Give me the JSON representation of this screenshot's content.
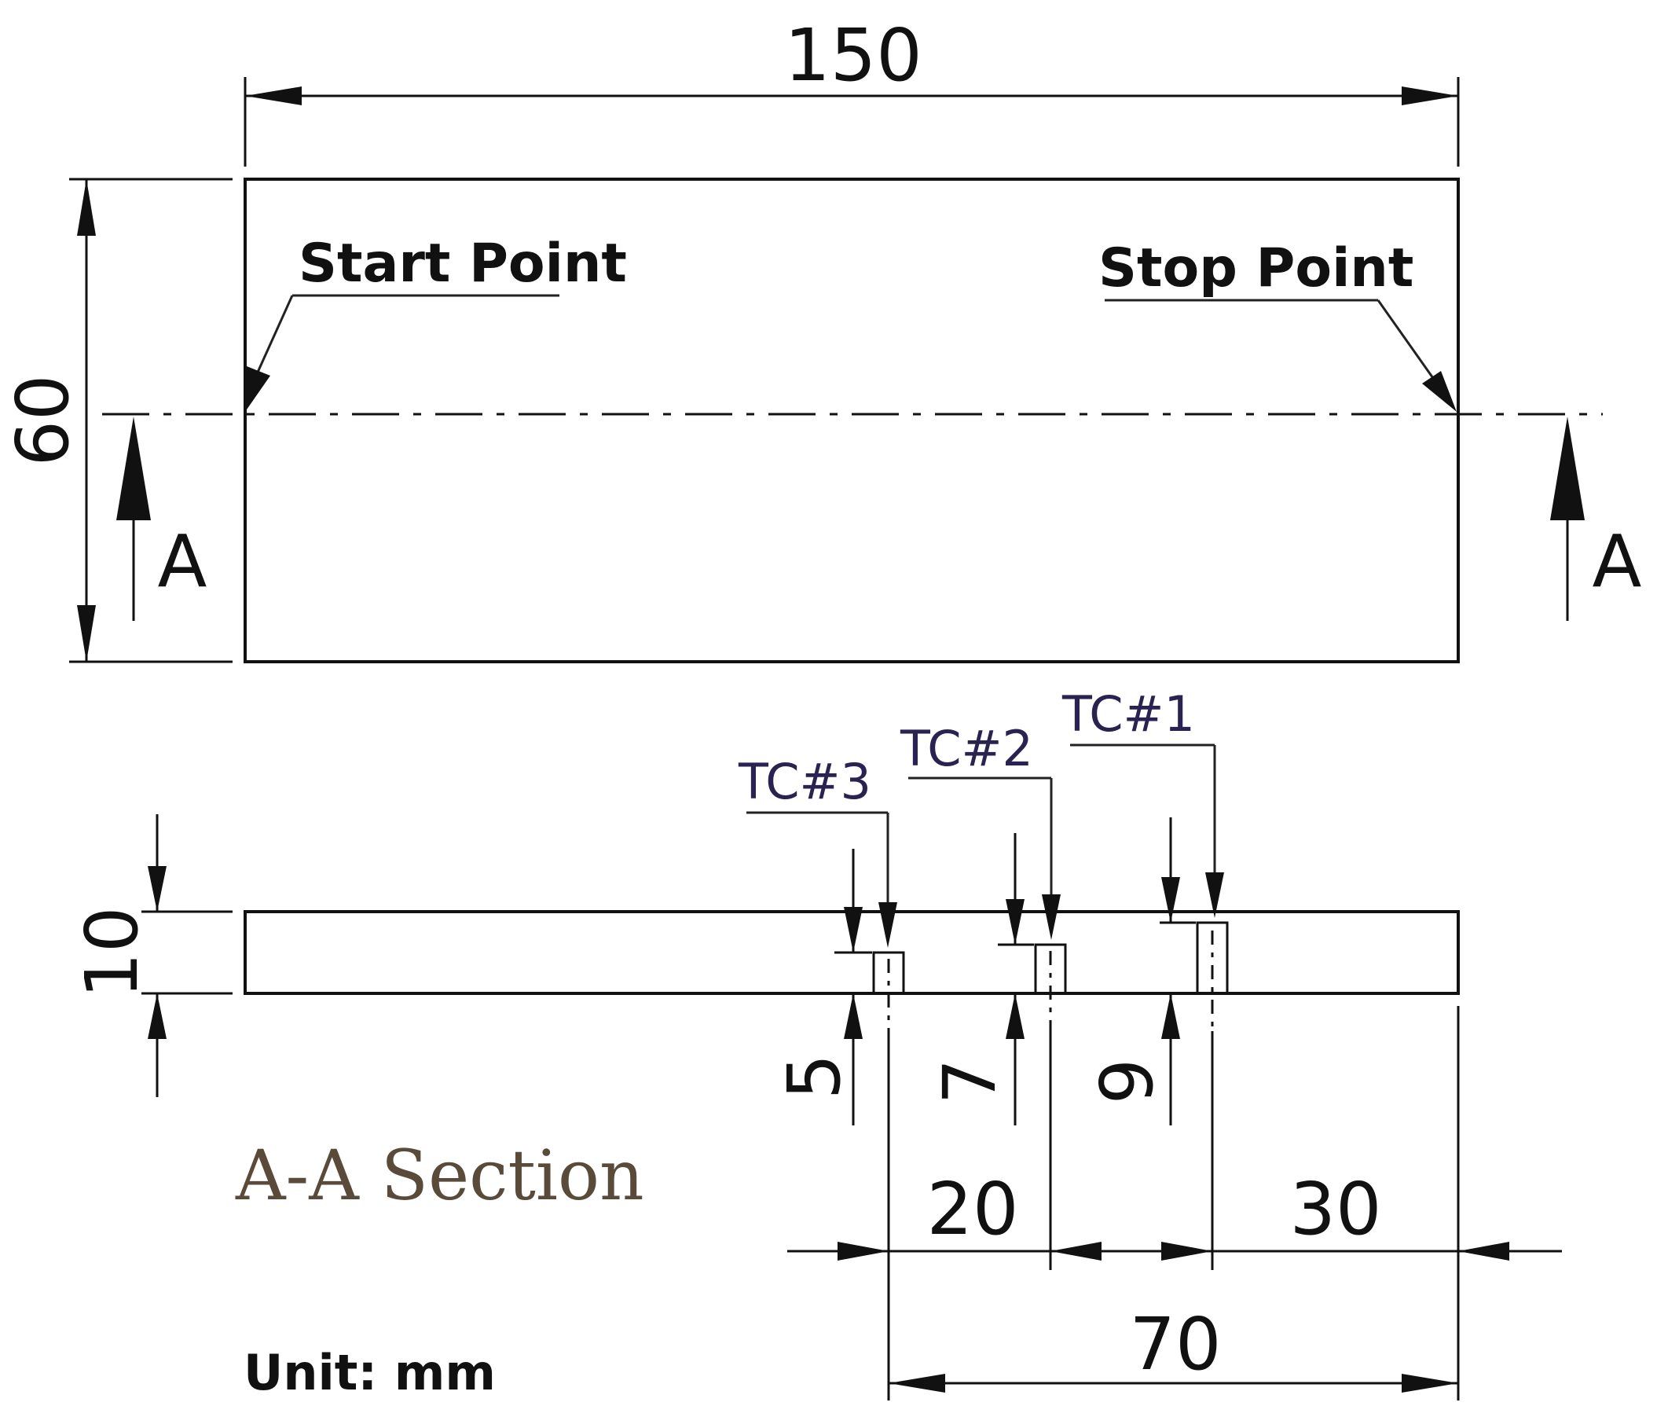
{
  "plan": {
    "width_dim": "150",
    "height_dim": "60",
    "start_label": "Start Point",
    "stop_label": "Stop Point",
    "section_marker": "A"
  },
  "section": {
    "title": "A-A Section",
    "thickness_dim": "10",
    "thermocouples": [
      {
        "label": "TC#3",
        "depth": "5"
      },
      {
        "label": "TC#2",
        "depth": "7"
      },
      {
        "label": "TC#1",
        "depth": "9"
      }
    ],
    "spacing_dims": [
      "20",
      "30"
    ],
    "total_dim": "70"
  },
  "unit_note": "Unit: mm"
}
